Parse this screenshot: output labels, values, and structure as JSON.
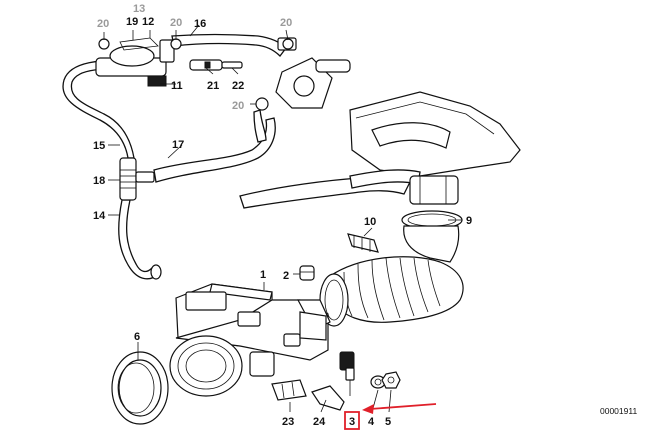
{
  "diagram_number": "00001911",
  "highlight_color": "#e0202a",
  "highlighted_part": "3",
  "labels": {
    "p1": "1",
    "p2": "2",
    "p3": "3",
    "p4": "4",
    "p5": "5",
    "p6": "6",
    "p9": "9",
    "p10": "10",
    "p11": "11",
    "p12": "12",
    "p13": "13",
    "p14": "14",
    "p15": "15",
    "p16": "16",
    "p17": "17",
    "p18": "18",
    "p19": "19",
    "p20a": "20",
    "p20b": "20",
    "p20c": "20",
    "p20d": "20",
    "p21": "21",
    "p22": "22",
    "p23": "23",
    "p24": "24"
  }
}
